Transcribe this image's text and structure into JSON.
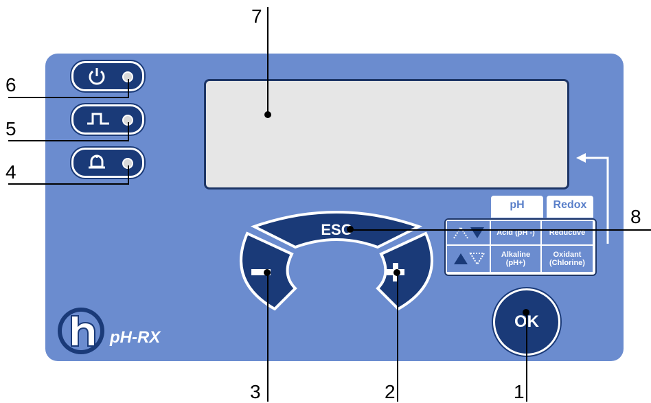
{
  "callouts": [
    "1",
    "2",
    "3",
    "4",
    "5",
    "6",
    "7",
    "8"
  ],
  "panel": {
    "esc_label": "ESC",
    "ok_label": "OK",
    "brand_name": "pH-RX"
  },
  "table": {
    "col_headers": [
      "pH",
      "Redox"
    ],
    "rows": [
      {
        "ph": "Acid (pH -)",
        "redox": "Reductive"
      },
      {
        "ph": "Alkaline (pH+)",
        "redox": "Oxidant (Chlorine)"
      }
    ]
  },
  "icons": {
    "led_buttons": [
      "power-icon",
      "pulse-icon",
      "bell-icon"
    ],
    "keypad": [
      "minus-icon",
      "plus-icon"
    ],
    "table_rows": [
      "triangles-down-icon",
      "triangles-up-icon"
    ],
    "logo": "h-logo-icon"
  },
  "colors": {
    "panel": "#6b8ccf",
    "button": "#1a3a78",
    "display": "#e6e6e6",
    "table_header_text": "#5a7fc9"
  }
}
